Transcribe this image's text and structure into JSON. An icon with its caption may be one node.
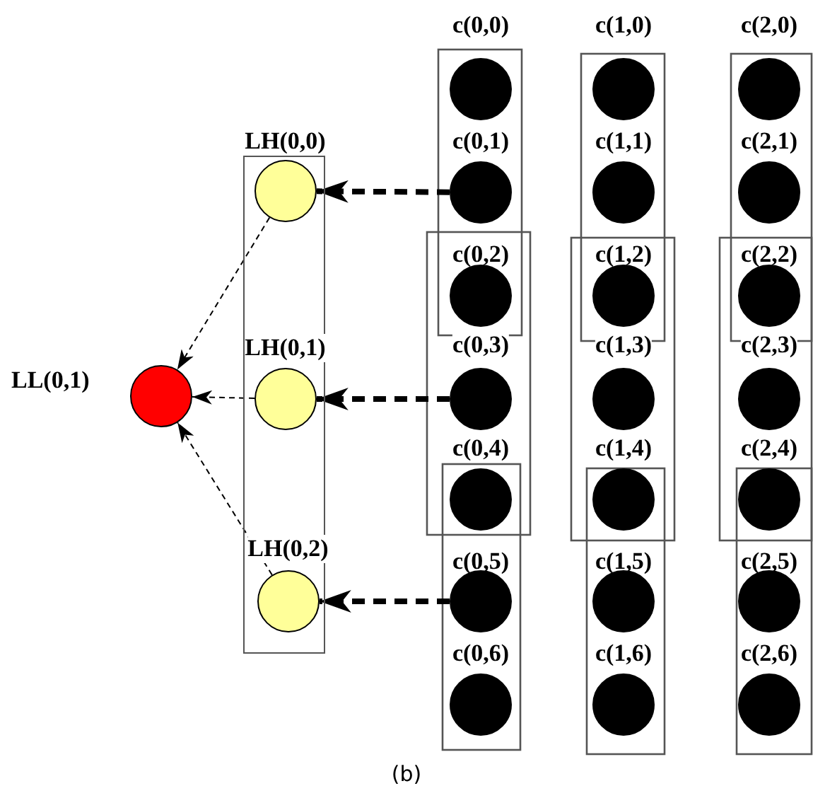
{
  "diagram": {
    "caption": "(b)",
    "nodes": [
      {
        "text": [
          "LL(0,1)"
        ]
      },
      {
        "text": [],
        "shape": "box"
      },
      {
        "text": [
          "LH(0,0)"
        ],
        "in": 1
      },
      {
        "text": [
          "LH(0,1)"
        ],
        "in": 1
      },
      {
        "text": [
          "LH(0,2)"
        ],
        "in": 1
      },
      {
        "text": [
          "c(0,0)"
        ]
      },
      {
        "text": [
          "c(0,1)"
        ]
      },
      {
        "text": [
          "c(0,2)"
        ]
      },
      {
        "text": [
          "c(0,3)"
        ]
      },
      {
        "text": [
          "c(0,4)"
        ]
      },
      {
        "text": [
          "c(0,5)"
        ]
      },
      {
        "text": [
          "c(0,6)"
        ]
      },
      {
        "text": [
          "c(1,0)"
        ]
      },
      {
        "text": [
          "c(1,1)"
        ]
      },
      {
        "text": [
          "c(1,2)"
        ]
      },
      {
        "text": [
          "c(1,3)"
        ]
      },
      {
        "text": [
          "c(1,4)"
        ]
      },
      {
        "text": [
          "c(1,5)"
        ]
      },
      {
        "text": [
          "c(1,6)"
        ]
      },
      {
        "text": [
          "c(2,0)"
        ]
      },
      {
        "text": [
          "c(2,1)"
        ]
      },
      {
        "text": [
          "c(2,2)"
        ]
      },
      {
        "text": [
          "c(2,3)"
        ]
      },
      {
        "text": [
          "c(2,4)"
        ]
      },
      {
        "text": [
          "c(2,5)"
        ]
      },
      {
        "text": [
          "c(2,6)"
        ]
      }
    ],
    "edges": [
      {
        "from": 6,
        "to": 2,
        "arrow": "to",
        "style": "dashed"
      },
      {
        "from": 8,
        "to": 3,
        "arrow": "to",
        "style": "dashed"
      },
      {
        "from": 10,
        "to": 4,
        "arrow": "to",
        "style": "dashed"
      },
      {
        "from": 2,
        "to": 0,
        "arrow": "to",
        "style": "dashed"
      },
      {
        "from": 3,
        "to": 0,
        "arrow": "to",
        "style": "dashed"
      },
      {
        "from": 4,
        "to": 0,
        "arrow": "to",
        "style": "dashed"
      }
    ]
  }
}
